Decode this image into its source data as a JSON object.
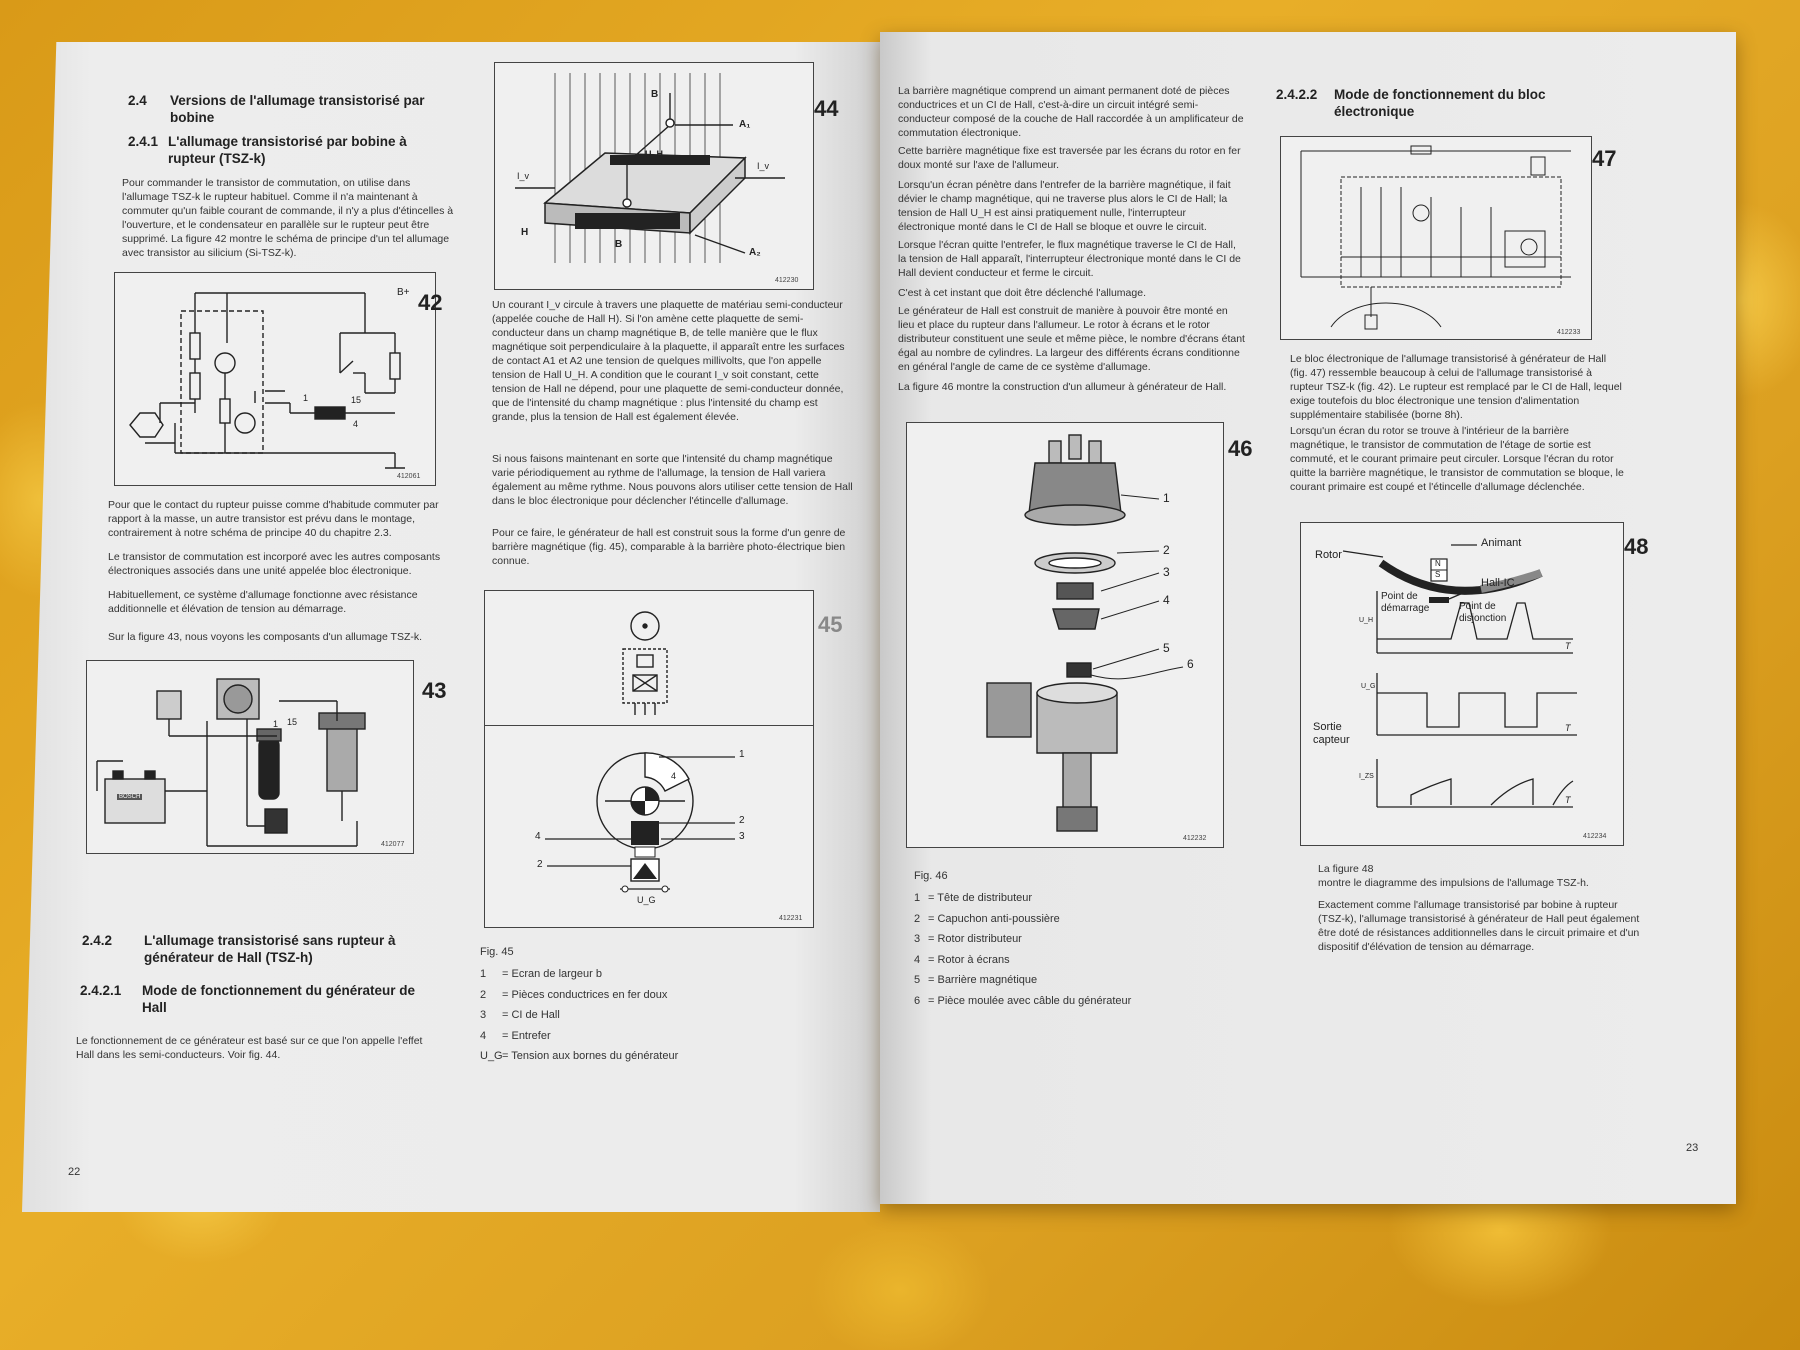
{
  "left_page": {
    "s24_num": "2.4",
    "s24_title": "Versions de l'allumage transistorisé par bobine",
    "s241_num": "2.4.1",
    "s241_title": "L'allumage transistorisé par bobine à rupteur (TSZ-k)",
    "p1": "Pour commander le transistor de commutation, on utilise dans l'allumage TSZ-k le rupteur habituel. Comme il n'a maintenant à commuter qu'un faible courant de commande, il n'y a plus d'étincelles à l'ouverture, et le condensateur en parallèle sur le rupteur peut être supprimé. La figure 42 montre le schéma de principe d'un tel allumage avec transistor au silicium (Si-TSZ-k).",
    "fig42_num": "42",
    "fig42_code": "412061",
    "fig42_labels": {
      "bplus": "B+",
      "t1": "1",
      "t15": "15",
      "t4": "4"
    },
    "p2": "Pour que le contact du rupteur puisse comme d'habitude commuter par rapport à la masse, un autre transistor est prévu dans le montage, contrairement à notre schéma de principe 40 du chapitre 2.3.",
    "p3": "Le transistor de commutation est incorporé avec les autres composants électroniques associés dans une unité appelée bloc électronique.",
    "p4": "Habituellement, ce système d'allumage fonctionne avec résistance additionnelle et élévation de tension au démarrage.",
    "p5": "Sur la figure 43, nous voyons les composants d'un allumage TSZ-k.",
    "fig43_num": "43",
    "fig43_code": "412077",
    "fig43_labels": {
      "t1": "1",
      "t15": "15",
      "brand": "BOSCH"
    },
    "s242_num": "2.4.2",
    "s242_title": "L'allumage transistorisé sans rupteur à générateur de Hall (TSZ-h)",
    "s2421_num": "2.4.2.1",
    "s2421_title": "Mode de fonctionnement du générateur de Hall",
    "p6": "Le fonctionnement de ce générateur est basé sur ce que l'on appelle l'effet Hall dans les semi-conducteurs. Voir fig. 44.",
    "fig44_num": "44",
    "fig44_code": "412230",
    "fig44_labels": {
      "B": "B",
      "A1": "A₁",
      "A2": "A₂",
      "UH": "U_H",
      "Iv1": "I_v",
      "Iv2": "I_v",
      "H": "H",
      "b": "B"
    },
    "p7": "Un courant I_v circule à travers une plaquette de matériau semi-conducteur (appelée couche de Hall H). Si l'on amène cette plaquette de semi-conducteur dans un champ magnétique B, de telle manière que le flux magnétique soit perpendiculaire à la plaquette, il apparaît entre les surfaces de contact A1 et A2 une tension de quelques millivolts, que l'on appelle tension de Hall U_H. A condition que le courant I_v soit constant, cette tension de Hall ne dépend, pour une plaquette de semi-conducteur donnée, que de l'intensité du champ magnétique : plus l'intensité du champ est grande, plus la tension de Hall est également élevée.",
    "p8": "Si nous faisons maintenant en sorte que l'intensité du champ magnétique varie périodiquement au rythme de l'allumage, la tension de Hall variera également au même rythme. Nous pouvons alors utiliser cette tension de Hall dans le bloc électronique pour déclencher l'étincelle d'allumage.",
    "p9": "Pour ce faire, le générateur de hall est construit sous la forme d'un genre de barrière magnétique (fig. 45), comparable à la barrière photo-électrique bien connue.",
    "fig45_num": "45",
    "fig45_code": "412231",
    "fig45_labels": {
      "n1": "1",
      "n2": "2",
      "n3": "3",
      "n4": "4",
      "n2b": "2",
      "n4b": "4",
      "UG": "U_G"
    },
    "fig45_caption": "Fig. 45",
    "fig45_legend": [
      {
        "k": "1",
        "v": "= Ecran de largeur b"
      },
      {
        "k": "2",
        "v": "= Pièces conductrices en fer doux"
      },
      {
        "k": "3",
        "v": "= CI de Hall"
      },
      {
        "k": "4",
        "v": "= Entrefer"
      },
      {
        "k": "U_G",
        "v": "= Tension aux bornes du générateur"
      }
    ],
    "page_number": "22"
  },
  "right_page": {
    "p1": "La barrière magnétique comprend un aimant permanent doté de pièces conductrices et un CI de Hall, c'est-à-dire un circuit intégré semi-conducteur composé de la couche de Hall raccordée à un amplificateur de commutation électronique.",
    "p2": "Cette barrière magnétique fixe est traversée par les écrans du rotor en fer doux monté sur l'axe de l'allumeur.",
    "p3": "Lorsqu'un écran pénètre dans l'entrefer de la barrière magnétique, il fait dévier le champ magnétique, qui ne traverse plus alors le CI de Hall; la tension de Hall U_H est ainsi pratiquement nulle, l'interrupteur électronique monté dans le CI de Hall se bloque et ouvre le circuit.",
    "p4": "Lorsque l'écran quitte l'entrefer, le flux magnétique traverse le CI de Hall, la tension de Hall apparaît, l'interrupteur électronique monté dans le CI de Hall devient conducteur et ferme le circuit.",
    "p5": "C'est à cet instant que doit être déclenché l'allumage.",
    "p6": "Le générateur de Hall est construit de manière à pouvoir être monté en lieu et place du rupteur dans l'allumeur. Le rotor à écrans et le rotor distributeur constituent une seule et même pièce, le nombre d'écrans étant égal au nombre de cylindres. La largeur des différents écrans conditionne en général l'angle de came de ce système d'allumage.",
    "p7": "La figure 46 montre la construction d'un allumeur à générateur de Hall.",
    "fig46_num": "46",
    "fig46_code": "412232",
    "fig46_labels": {
      "n1": "1",
      "n2": "2",
      "n3": "3",
      "n4": "4",
      "n5": "5",
      "n6": "6"
    },
    "fig46_caption": "Fig. 46",
    "fig46_legend": [
      {
        "k": "1",
        "v": "= Tête de distributeur"
      },
      {
        "k": "2",
        "v": "= Capuchon anti-poussière"
      },
      {
        "k": "3",
        "v": "= Rotor distributeur"
      },
      {
        "k": "4",
        "v": "= Rotor à écrans"
      },
      {
        "k": "5",
        "v": "= Barrière magnétique"
      },
      {
        "k": "6",
        "v": "= Pièce moulée avec câble du générateur"
      }
    ],
    "s2422_num": "2.4.2.2",
    "s2422_title": "Mode de fonctionnement du bloc électronique",
    "fig47_num": "47",
    "fig47_code": "412233",
    "p8": "Le bloc électronique de l'allumage transistorisé à générateur de Hall (fig. 47) ressemble beaucoup à celui de l'allumage transistorisé à rupteur TSZ-k (fig. 42). Le rupteur est remplacé par le CI de Hall, lequel exige toutefois du bloc électronique une tension d'alimentation supplémentaire stabilisée (borne 8h).",
    "p9": "Lorsqu'un écran du rotor se trouve à l'intérieur de la barrière magnétique, le transistor de commutation de l'étage de sortie est commuté, et le courant primaire peut circuler. Lorsque l'écran du rotor quitte la barrière magnétique, le transistor de commutation se bloque, le courant primaire est coupé et l'étincelle d'allumage déclenchée.",
    "fig48_num": "48",
    "fig48_code": "412234",
    "fig48_labels": {
      "rotor": "Rotor",
      "aimant": "Animant",
      "ns_n": "N",
      "ns_s": "S",
      "hallic": "Hall-IC",
      "pdem1": "Point de",
      "pdem2": "démarrage",
      "pdis1": "Point de",
      "pdis2": "disjonction",
      "uh": "U_H",
      "ug": "U_G",
      "i": "I_ZS",
      "sortie": "Sortie",
      "capteur": "capteur",
      "t1": "T",
      "t2": "T",
      "t3": "T"
    },
    "p10": "La figure 48",
    "p11": "montre le diagramme des impulsions de l'allumage TSZ-h.",
    "p12": "Exactement comme l'allumage transistorisé par bobine à rupteur (TSZ-k), l'allumage transistorisé à générateur de Hall peut également être doté de résistances additionnelles dans le circuit primaire et d'un dispositif d'élévation de tension au démarrage.",
    "page_number": "23"
  }
}
